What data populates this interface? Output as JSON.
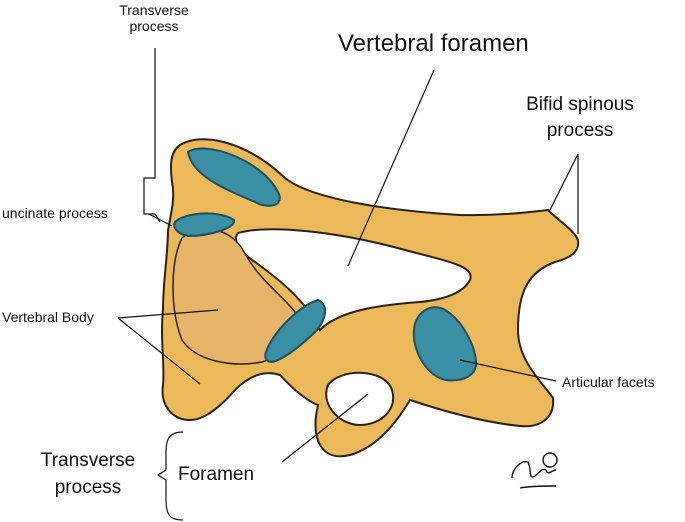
{
  "colors": {
    "bone_fill": "#ecb95a",
    "bone_stroke": "#2a2217",
    "facet_fill": "#3a8fa4",
    "facet_stroke": "#1f4f5c",
    "body_fill": "#e7b56a",
    "line": "#111111"
  },
  "labels": {
    "transverse_process_top_line1": "Transverse",
    "transverse_process_top_line2": "process",
    "vertebral_foramen": "Vertebral foramen",
    "bifid_line1": "Bifid spinous",
    "bifid_line2": "process",
    "uncinate_process": "uncinate process",
    "vertebral_body": "Vertebral Body",
    "articular_facets": "Articular facets",
    "transverse_process_bottom_line1": "Transverse",
    "transverse_process_bottom_line2": "process",
    "foramen": "Foramen"
  }
}
